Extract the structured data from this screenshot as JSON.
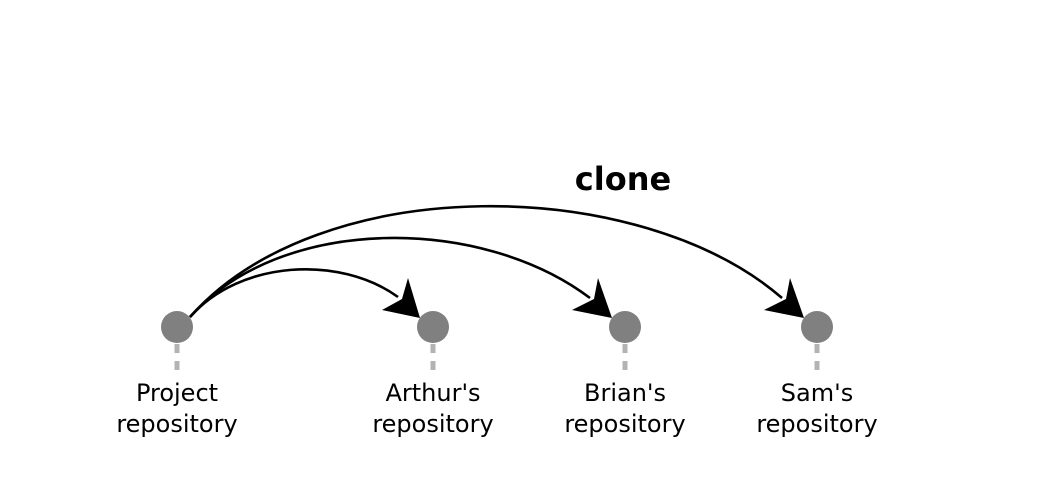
{
  "diagram": {
    "arrow_label": "clone",
    "nodes": [
      {
        "line1": "Project",
        "line2": "repository"
      },
      {
        "line1": "Arthur's",
        "line2": "repository"
      },
      {
        "line1": "Brian's",
        "line2": "repository"
      },
      {
        "line1": "Sam's",
        "line2": "repository"
      }
    ],
    "edges": [
      {
        "from": 0,
        "to": 1
      },
      {
        "from": 0,
        "to": 2
      },
      {
        "from": 0,
        "to": 3
      }
    ]
  }
}
